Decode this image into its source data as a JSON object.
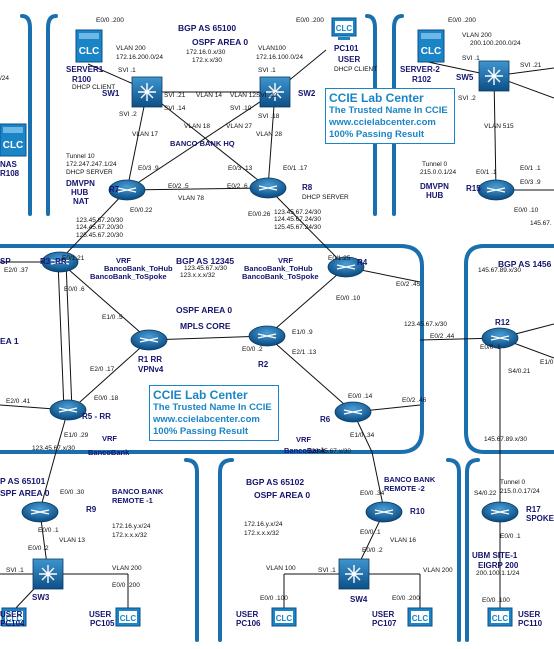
{
  "promo": {
    "title": "CCIE Lab Center",
    "line1": "The Trusted Name In CCIE",
    "line2": "www.ccielabcenter.com",
    "line3": "100% Passing Result"
  },
  "labels": [
    {
      "t": "E0/0 .200",
      "c": "ifc"
    },
    {
      "t": "BGP AS 65100",
      "c": "hdr"
    },
    {
      "t": "E0/0 .200",
      "c": "ifc"
    },
    {
      "t": "E0/0 .200",
      "c": "ifc"
    },
    {
      "t": "VLAN 200",
      "c": "ifc"
    },
    {
      "t": "OSPF AREA 0",
      "c": "hdr"
    },
    {
      "t": "VLAN100",
      "c": "ifc"
    },
    {
      "t": "VLAN 200",
      "c": "ifc"
    },
    {
      "t": "172.16.200.0/24",
      "c": "net"
    },
    {
      "t": "172.16.0.x/30",
      "c": "net"
    },
    {
      "t": "172.16.100.0/24",
      "c": "net"
    },
    {
      "t": "200.100.200.0/24",
      "c": "net"
    },
    {
      "t": "SERVER1",
      "c": "name"
    },
    {
      "t": "172.x.x/30",
      "c": "net"
    },
    {
      "t": "PC101",
      "c": "name"
    },
    {
      "t": "SERVER-2",
      "c": "name"
    },
    {
      "t": "R100",
      "c": "name"
    },
    {
      "t": "USER",
      "c": "name"
    },
    {
      "t": "R102",
      "c": "name"
    },
    {
      "t": "DHCP CLIENT",
      "c": "ifc"
    },
    {
      "t": "DHCP CLIENT",
      "c": "ifc"
    },
    {
      "t": "SVI .1",
      "c": "ifc"
    },
    {
      "t": "SVI .1",
      "c": "ifc"
    },
    {
      "t": "SVI .1",
      "c": "ifc"
    },
    {
      "t": "SVI .21",
      "c": "ifc"
    },
    {
      "t": "SW1",
      "c": "name"
    },
    {
      "t": "SW2",
      "c": "name"
    },
    {
      "t": "SW5",
      "c": "name"
    },
    {
      "t": "SVI .21",
      "c": "ifc"
    },
    {
      "t": "VLAN 14",
      "c": "ifc"
    },
    {
      "t": "VLAN 12",
      "c": "ifc"
    },
    {
      "t": "SVI .22",
      "c": "ifc"
    },
    {
      "t": "SVI .14",
      "c": "ifc"
    },
    {
      "t": "SVI .10",
      "c": "ifc"
    },
    {
      "t": "SVI .2",
      "c": "ifc"
    },
    {
      "t": "SVI .2",
      "c": "ifc"
    },
    {
      "t": "SVI .18",
      "c": "ifc"
    },
    {
      "t": "VLAN 18",
      "c": "ifc"
    },
    {
      "t": "VLAN 27",
      "c": "ifc"
    },
    {
      "t": "VLAN 17",
      "c": "ifc"
    },
    {
      "t": "VLAN 28",
      "c": "ifc"
    },
    {
      "t": "VLAN 515",
      "c": "ifc"
    },
    {
      "t": "BANCO BANK HQ",
      "c": "vrf"
    },
    {
      "t": "Tunnel 10",
      "c": "ifc"
    },
    {
      "t": "172.247.247.1/24",
      "c": "net"
    },
    {
      "t": "DHCP SERVER",
      "c": "ifc"
    },
    {
      "t": "DMVPN",
      "c": "name"
    },
    {
      "t": "HUB",
      "c": "name"
    },
    {
      "t": "NAT",
      "c": "name"
    },
    {
      "t": "NAS",
      "c": "name"
    },
    {
      "t": "R108",
      "c": "name"
    },
    {
      "t": "Tunnel 0",
      "c": "ifc"
    },
    {
      "t": "215.0.0.1/24",
      "c": "net"
    },
    {
      "t": "DMVPN",
      "c": "name"
    },
    {
      "t": "HUB",
      "c": "name"
    },
    {
      "t": "E0/1 .1",
      "c": "ifc"
    },
    {
      "t": "E0/3 .9",
      "c": "ifc"
    },
    {
      "t": "E0/3 .13",
      "c": "ifc"
    },
    {
      "t": "E0/1 .17",
      "c": "ifc"
    },
    {
      "t": "E0/1 .1",
      "c": "ifc"
    },
    {
      "t": "E0/3 .9",
      "c": "ifc"
    },
    {
      "t": "R7",
      "c": "name"
    },
    {
      "t": "E0/2 .5",
      "c": "ifc"
    },
    {
      "t": "E0/2 .6",
      "c": "ifc"
    },
    {
      "t": "R8",
      "c": "name"
    },
    {
      "t": "DHCP SERVER",
      "c": "ifc"
    },
    {
      "t": "R15",
      "c": "name"
    },
    {
      "t": "VLAN 78",
      "c": "ifc"
    },
    {
      "t": "E0/0.22",
      "c": "ifc"
    },
    {
      "t": "E0/0.26",
      "c": "ifc"
    },
    {
      "t": "E0/0 .10",
      "c": "ifc"
    },
    {
      "t": "123.45.67.20/30",
      "c": "net"
    },
    {
      "t": "123.45.67.24/30",
      "c": "net"
    },
    {
      "t": "124.45.67.20/30",
      "c": "net"
    },
    {
      "t": "124.45.67.24/30",
      "c": "net"
    },
    {
      "t": "125.45.67.20/30",
      "c": "net"
    },
    {
      "t": "125.45.67.24/30",
      "c": "net"
    },
    {
      "t": "145.67.",
      "c": "net"
    },
    {
      "t": "E0/1.21",
      "c": "ifc"
    },
    {
      "t": "E0/1.25",
      "c": "ifc"
    },
    {
      "t": "SP",
      "c": "name"
    },
    {
      "t": "R3 -RR",
      "c": "name"
    },
    {
      "t": "VRF",
      "c": "vrf"
    },
    {
      "t": "BGP AS 12345",
      "c": "hdr"
    },
    {
      "t": "VRF",
      "c": "vrf"
    },
    {
      "t": "R4",
      "c": "name"
    },
    {
      "t": "BGP AS 1456",
      "c": "hdr"
    },
    {
      "t": "E2/0 .37",
      "c": "ifc"
    },
    {
      "t": "BancoBank_ToHub",
      "c": "vrf"
    },
    {
      "t": "123.45.67.x/30",
      "c": "net"
    },
    {
      "t": "BancoBank_ToHub",
      "c": "vrf"
    },
    {
      "t": "145.67.89.x/30",
      "c": "net"
    },
    {
      "t": "BancoBank_ToSpoke",
      "c": "vrf"
    },
    {
      "t": "123.x.x.x/32",
      "c": "net"
    },
    {
      "t": "BancoBank_ToSpoke",
      "c": "vrf"
    },
    {
      "t": "E0/2 .45",
      "c": "ifc"
    },
    {
      "t": "E0/0 .6",
      "c": "ifc"
    },
    {
      "t": "E0/0 .10",
      "c": "ifc"
    },
    {
      "t": "OSPF AREA 0",
      "c": "hdr"
    },
    {
      "t": "EA 1",
      "c": "hdr"
    },
    {
      "t": "E1/0 .5",
      "c": "ifc"
    },
    {
      "t": "MPLS CORE",
      "c": "hdr"
    },
    {
      "t": "123.45.67.x/30",
      "c": "net"
    },
    {
      "t": "R12",
      "c": "name"
    },
    {
      "t": "E1/0 .9",
      "c": "ifc"
    },
    {
      "t": "E0/2 .44",
      "c": "ifc"
    },
    {
      "t": "E0/0 .1",
      "c": "ifc"
    },
    {
      "t": "E0/0 .2",
      "c": "ifc"
    },
    {
      "t": "R1 RR",
      "c": "name"
    },
    {
      "t": "R2",
      "c": "name"
    },
    {
      "t": "E2/0 .17",
      "c": "ifc"
    },
    {
      "t": "VPNv4",
      "c": "name"
    },
    {
      "t": "E2/1 .13",
      "c": "ifc"
    },
    {
      "t": "E1/0",
      "c": "ifc"
    },
    {
      "t": "S4/0.21",
      "c": "ifc"
    },
    {
      "t": "E0/0 .18",
      "c": "ifc"
    },
    {
      "t": "E0/0 .14",
      "c": "ifc"
    },
    {
      "t": "E2/0 .41",
      "c": "ifc"
    },
    {
      "t": "E0/2 .46",
      "c": "ifc"
    },
    {
      "t": "R5 - RR",
      "c": "name"
    },
    {
      "t": "R6",
      "c": "name"
    },
    {
      "t": "E1/0 .29",
      "c": "ifc"
    },
    {
      "t": "E1/0 .34",
      "c": "ifc"
    },
    {
      "t": "145.67.89.x/30",
      "c": "net"
    },
    {
      "t": "VRF",
      "c": "vrf"
    },
    {
      "t": "VRF",
      "c": "vrf"
    },
    {
      "t": "123.45.67.x/30",
      "c": "net"
    },
    {
      "t": "BancoBank",
      "c": "vrf"
    },
    {
      "t": "BancoBank",
      "c": "vrf"
    },
    {
      "t": "123.45.67.x/30",
      "c": "net"
    },
    {
      "t": "BANCO BANK",
      "c": "vrf"
    },
    {
      "t": "P AS 65101",
      "c": "hdr"
    },
    {
      "t": "BANCO BANK",
      "c": "vrf"
    },
    {
      "t": "BGP AS 65102",
      "c": "hdr"
    },
    {
      "t": "Tunnel 0",
      "c": "ifc"
    },
    {
      "t": "SPF AREA 0",
      "c": "hdr"
    },
    {
      "t": "E0/0 .30",
      "c": "ifc"
    },
    {
      "t": "REMOTE -1",
      "c": "vrf"
    },
    {
      "t": "OSPF AREA 0",
      "c": "hdr"
    },
    {
      "t": "E0/0 .34",
      "c": "ifc"
    },
    {
      "t": "REMOTE -2",
      "c": "vrf"
    },
    {
      "t": "S4/0.22",
      "c": "ifc"
    },
    {
      "t": "215.0.0.17/24",
      "c": "net"
    },
    {
      "t": "R9",
      "c": "name"
    },
    {
      "t": "R10",
      "c": "name"
    },
    {
      "t": "R17",
      "c": "name"
    },
    {
      "t": "SPOKE",
      "c": "name"
    },
    {
      "t": "E0/0 .1",
      "c": "ifc"
    },
    {
      "t": "172.16.y.x/24",
      "c": "net"
    },
    {
      "t": "172.16.y.x/24",
      "c": "net"
    },
    {
      "t": "E0/0 .1",
      "c": "ifc"
    },
    {
      "t": "E0/0 .1",
      "c": "ifc"
    },
    {
      "t": "172.x.x.x/32",
      "c": "net"
    },
    {
      "t": "172.x.x.x/32",
      "c": "net"
    },
    {
      "t": "VLAN 13",
      "c": "ifc"
    },
    {
      "t": "VLAN 16",
      "c": "ifc"
    },
    {
      "t": "UBM SITE-1",
      "c": "name"
    },
    {
      "t": "E0/0 .2",
      "c": "ifc"
    },
    {
      "t": "E0/0 .2",
      "c": "ifc"
    },
    {
      "t": "EIGRP 200",
      "c": "name"
    },
    {
      "t": "200.100.1.1/24",
      "c": "net"
    },
    {
      "t": "SVI .1",
      "c": "ifc"
    },
    {
      "t": "VLAN 200",
      "c": "ifc"
    },
    {
      "t": "VLAN 100",
      "c": "ifc"
    },
    {
      "t": "SVI .1",
      "c": "ifc"
    },
    {
      "t": "VLAN 200",
      "c": "ifc"
    },
    {
      "t": "SW3",
      "c": "name"
    },
    {
      "t": "SW4",
      "c": "name"
    },
    {
      "t": "E0/0 .200",
      "c": "ifc"
    },
    {
      "t": "E0/0 .100",
      "c": "ifc"
    },
    {
      "t": "E0/0 .200",
      "c": "ifc"
    },
    {
      "t": "E0/0 .100",
      "c": "ifc"
    },
    {
      "t": "USER",
      "c": "name"
    },
    {
      "t": "USER",
      "c": "name"
    },
    {
      "t": "USER",
      "c": "name"
    },
    {
      "t": "USER",
      "c": "name"
    },
    {
      "t": "USER",
      "c": "name"
    },
    {
      "t": "PC104",
      "c": "name"
    },
    {
      "t": "PC105",
      "c": "name"
    },
    {
      "t": "PC106",
      "c": "name"
    },
    {
      "t": "PC107",
      "c": "name"
    },
    {
      "t": "PC110",
      "c": "name"
    },
    {
      "t": "/24",
      "c": "net"
    }
  ],
  "devices": {
    "server1": {
      "label": "CLC"
    },
    "pc101": {
      "label": "CLC"
    },
    "server2": {
      "label": "CLC"
    },
    "nas": {
      "label": "CLC"
    },
    "pc104": {
      "label": "CLC"
    },
    "pc105": {
      "label": "CLC"
    },
    "pc106": {
      "label": "CLC"
    },
    "pc107": {
      "label": "CLC"
    },
    "pc110": {
      "label": "CLC"
    }
  },
  "colors": {
    "region": "#1a6fae",
    "router": "#1b6ea8",
    "switch": "#1b6ea8",
    "device": "#1a85c6",
    "link": "#111111",
    "promo": "#1a85c6"
  }
}
